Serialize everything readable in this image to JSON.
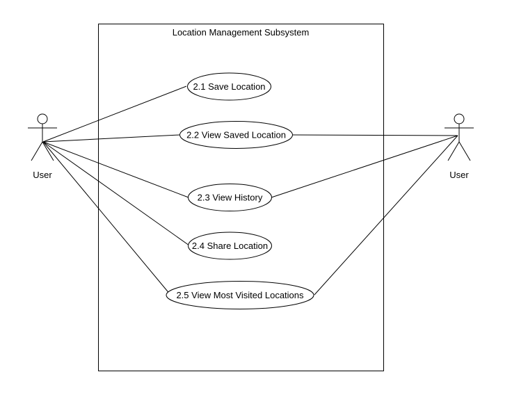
{
  "diagram": {
    "system": {
      "title": "Location Management Subsystem"
    },
    "actors": [
      {
        "id": "user-left",
        "label": "User"
      },
      {
        "id": "user-right",
        "label": "User"
      }
    ],
    "use_cases": [
      {
        "id": "uc-2-1",
        "label": "2.1 Save Location"
      },
      {
        "id": "uc-2-2",
        "label": "2.2 View Saved Location"
      },
      {
        "id": "uc-2-3",
        "label": "2.3 View History"
      },
      {
        "id": "uc-2-4",
        "label": "2.4 Share Location"
      },
      {
        "id": "uc-2-5",
        "label": "2.5 View Most Visited Locations"
      }
    ],
    "associations": [
      {
        "actor": "user-left",
        "use_case": "uc-2-1"
      },
      {
        "actor": "user-left",
        "use_case": "uc-2-2"
      },
      {
        "actor": "user-left",
        "use_case": "uc-2-3"
      },
      {
        "actor": "user-left",
        "use_case": "uc-2-4"
      },
      {
        "actor": "user-left",
        "use_case": "uc-2-5"
      },
      {
        "actor": "user-right",
        "use_case": "uc-2-2"
      },
      {
        "actor": "user-right",
        "use_case": "uc-2-3"
      },
      {
        "actor": "user-right",
        "use_case": "uc-2-5"
      }
    ],
    "colors": {
      "line": "#000000",
      "background": "#ffffff"
    }
  }
}
